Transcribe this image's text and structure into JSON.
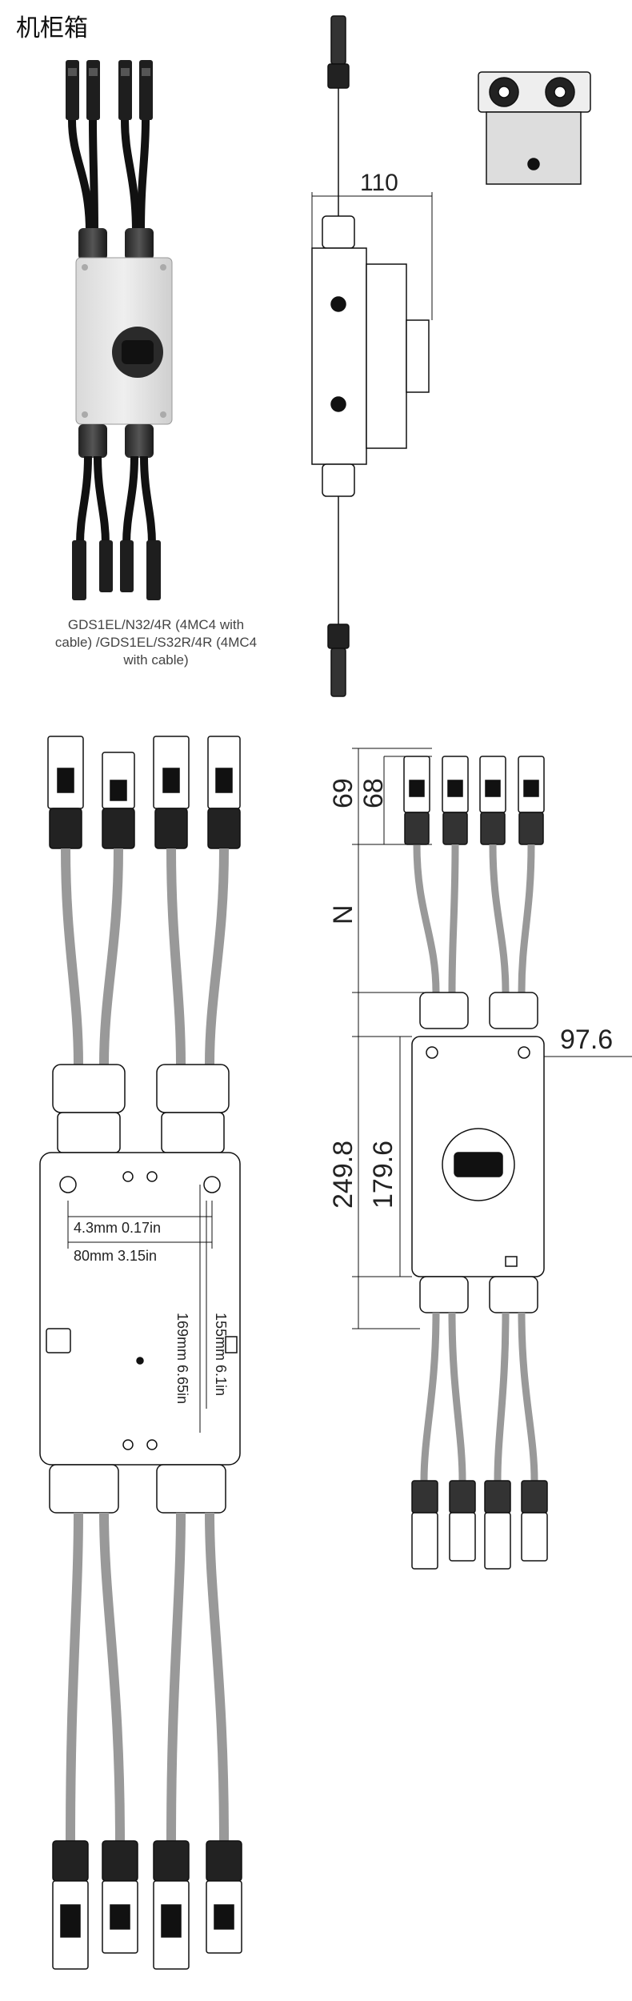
{
  "header": {
    "title": "机柜箱"
  },
  "caption": {
    "lines": [
      "GDS1EL/N32/4R (4MC4 with",
      "cable)  /GDS1EL/S32R/4R (4MC4",
      "with cable)"
    ]
  },
  "side_view": {
    "width_dim": "110"
  },
  "front_view": {
    "dims": {
      "hole": "4.3mm 0.17in",
      "width": "80mm 3.15in",
      "height_outer": "169mm 6.65in",
      "height_inner": "155mm 6.1in"
    }
  },
  "dim_view": {
    "dims": {
      "d69": "69",
      "d68": "68",
      "dN": "N",
      "d249": "249.8",
      "d179": "179.6",
      "d97": "97.6"
    }
  }
}
